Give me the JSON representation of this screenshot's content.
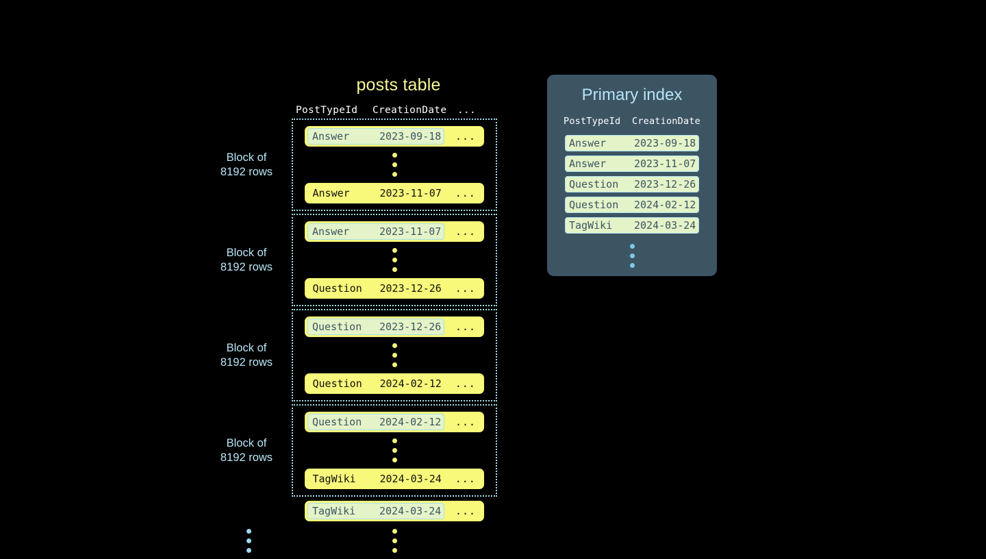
{
  "posts_table": {
    "title": "posts table",
    "columns": [
      "PostTypeId",
      "CreationDate",
      "..."
    ],
    "rest_glyph": "...",
    "block_label_line1": "Block of",
    "block_label_line2": "8192 rows",
    "blocks": [
      {
        "label_line1": "Block of",
        "label_line2": "8192 rows",
        "first_row": {
          "post_type_id": "Answer",
          "creation_date": "2023-09-18",
          "rest": "...",
          "highlighted": true
        },
        "last_row": {
          "post_type_id": "Answer",
          "creation_date": "2023-11-07",
          "rest": "...",
          "highlighted": false
        }
      },
      {
        "label_line1": "Block of",
        "label_line2": "8192 rows",
        "first_row": {
          "post_type_id": "Answer",
          "creation_date": "2023-11-07",
          "rest": "...",
          "highlighted": true
        },
        "last_row": {
          "post_type_id": "Question",
          "creation_date": "2023-12-26",
          "rest": "...",
          "highlighted": false
        }
      },
      {
        "label_line1": "Block of",
        "label_line2": "8192 rows",
        "first_row": {
          "post_type_id": "Question",
          "creation_date": "2023-12-26",
          "rest": "...",
          "highlighted": true
        },
        "last_row": {
          "post_type_id": "Question",
          "creation_date": "2024-02-12",
          "rest": "...",
          "highlighted": false
        }
      },
      {
        "label_line1": "Block of",
        "label_line2": "8192 rows",
        "first_row": {
          "post_type_id": "Question",
          "creation_date": "2024-02-12",
          "rest": "...",
          "highlighted": true
        },
        "last_row": {
          "post_type_id": "TagWiki",
          "creation_date": "2024-03-24",
          "rest": "...",
          "highlighted": false
        }
      }
    ],
    "tail_row": {
      "post_type_id": "TagWiki",
      "creation_date": "2024-03-24",
      "rest": "...",
      "highlighted": true
    }
  },
  "primary_index": {
    "title": "Primary index",
    "columns": [
      "PostTypeId",
      "CreationDate"
    ],
    "rows": [
      {
        "post_type_id": "Answer",
        "creation_date": "2023-09-18"
      },
      {
        "post_type_id": "Answer",
        "creation_date": "2023-11-07"
      },
      {
        "post_type_id": "Question",
        "creation_date": "2023-12-26"
      },
      {
        "post_type_id": "Question",
        "creation_date": "2024-02-12"
      },
      {
        "post_type_id": "TagWiki",
        "creation_date": "2024-03-24"
      }
    ]
  },
  "colors": {
    "background": "#000000",
    "row_yellow": "#f8f87a",
    "key_highlight": "#e4f4c8",
    "key_border": "#a8dff0",
    "panel_slate": "#3d5463",
    "title_yellow": "#f7f794",
    "title_blue": "#b5e3f5",
    "label_blue": "#b8e6f7",
    "dot_yellow": "#f4f47a",
    "dot_blue": "#7ec8e8",
    "header_white": "#ffffff"
  }
}
